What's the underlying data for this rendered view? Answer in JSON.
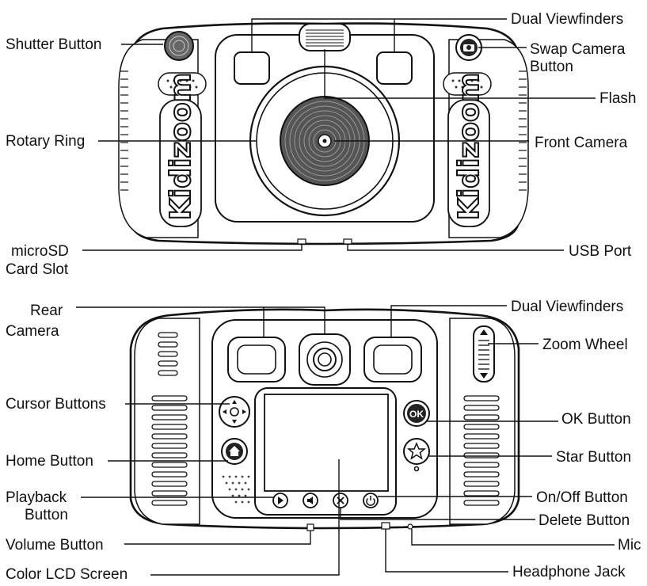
{
  "front": {
    "labels": {
      "shutter_button": "Shutter Button",
      "dual_viewfinders": "Dual Viewfinders",
      "swap_camera_1": "Swap Camera",
      "swap_camera_2": "Button",
      "flash": "Flash",
      "rotary_ring": "Rotary Ring",
      "front_camera": "Front Camera",
      "microsd_1": "microSD",
      "microsd_2": "Card Slot",
      "usb_port": "USB Port"
    },
    "logo": "Kidizoom"
  },
  "back": {
    "labels": {
      "rear_camera_1": "Rear",
      "rear_camera_2": "Camera",
      "dual_viewfinders": "Dual Viewfinders",
      "zoom_wheel": "Zoom Wheel",
      "cursor_buttons": "Cursor Buttons",
      "ok_button": "OK Button",
      "home_button": "Home Button",
      "star_button": "Star Button",
      "playback_1": "Playback",
      "playback_2": "Button",
      "onoff_button": "On/Off Button",
      "delete_button": "Delete Button",
      "volume_button": "Volume Button",
      "mic": "Mic",
      "lcd_screen": "Color LCD Screen",
      "headphone_jack": "Headphone Jack"
    },
    "ok_text": "OK"
  }
}
